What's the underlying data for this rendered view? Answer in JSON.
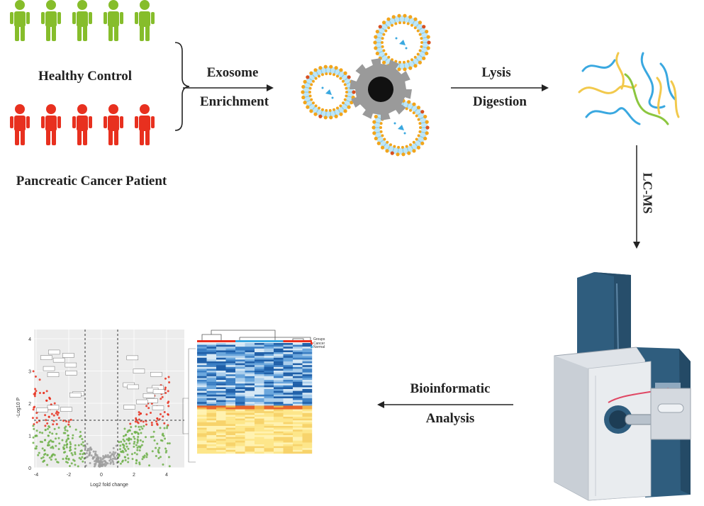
{
  "groups": {
    "healthy": "Healthy Control",
    "cancer": "Pancreatic Cancer Patient"
  },
  "colors": {
    "healthy": "#86bd2b",
    "cancer": "#e8301f",
    "lipid_head": "#f2a51c",
    "lipid_tail": "#8fd0ee",
    "protein_blue": "#3aa8e0",
    "protein_yellow": "#f2c94c",
    "protein_green": "#8cc63f",
    "instrument_dark": "#2f5d7e",
    "instrument_light": "#dfe3e8"
  },
  "steps": {
    "enrichment": [
      "Exosome",
      "Enrichment"
    ],
    "digestion": [
      "Lysis",
      "Digestion"
    ],
    "lcms": "LC-MS",
    "bioinformatic": [
      "Bioinformatic",
      "Analysis"
    ]
  },
  "volcano": {
    "ylabel": "-Log10 P",
    "xlabel": "Log2 fold change",
    "xticks": [
      "-4",
      "-2",
      "0",
      "2",
      "4"
    ],
    "yticks": [
      "0",
      "1",
      "2",
      "3",
      "4"
    ]
  },
  "heatmap": {
    "legend_title": "Groups",
    "legend_items": [
      "Cancer",
      "Normal"
    ]
  }
}
